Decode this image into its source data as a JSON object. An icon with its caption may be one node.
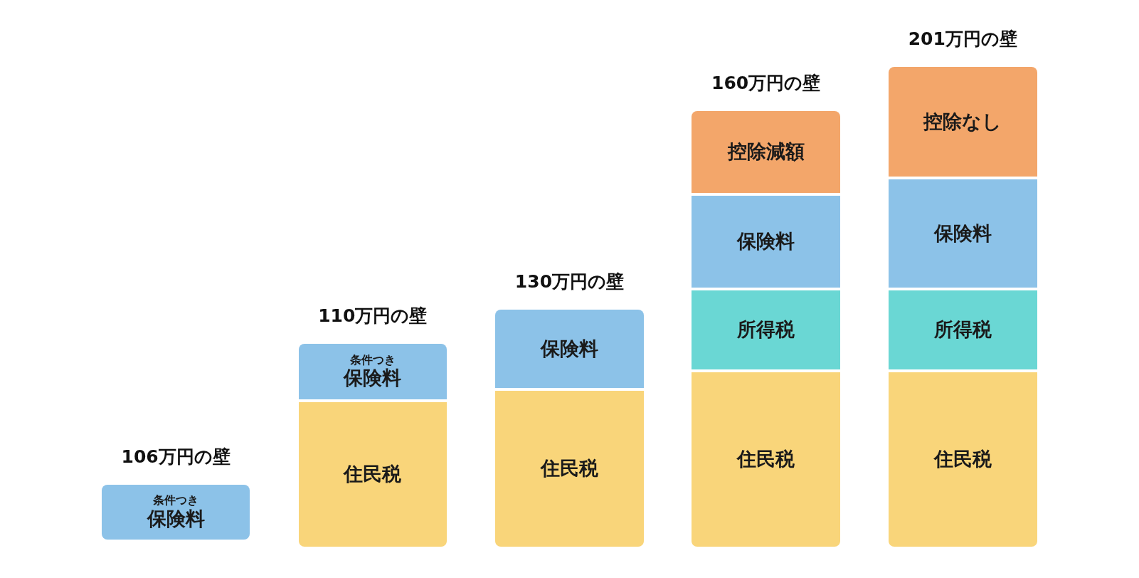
{
  "diagram": {
    "nodes": [
      {
        "text": [
          "106万円の壁"
        ]
      },
      {
        "text": [
          "条件つき",
          "保険料"
        ],
        "in": 0
      },
      {
        "text": [
          "110万円の壁"
        ]
      },
      {
        "text": [
          "条件つき",
          "保険料"
        ],
        "in": 2
      },
      {
        "text": [
          "住民税"
        ],
        "in": 2
      },
      {
        "text": [
          "130万円の壁"
        ]
      },
      {
        "text": [
          "保険料"
        ],
        "in": 5
      },
      {
        "text": [
          "住民税"
        ],
        "in": 5
      },
      {
        "text": [
          "160万円の壁"
        ]
      },
      {
        "text": [
          "控除減額"
        ],
        "in": 8
      },
      {
        "text": [
          "保険料"
        ],
        "in": 8
      },
      {
        "text": [
          "所得税"
        ],
        "in": 8
      },
      {
        "text": [
          "住民税"
        ],
        "in": 8
      },
      {
        "text": [
          "201万円の壁"
        ]
      },
      {
        "text": [
          "控除なし"
        ],
        "in": 13
      },
      {
        "text": [
          "保険料"
        ],
        "in": 13
      },
      {
        "text": [
          "所得税"
        ],
        "in": 13
      },
      {
        "text": [
          "住民税"
        ],
        "in": 13
      }
    ],
    "edges": []
  }
}
